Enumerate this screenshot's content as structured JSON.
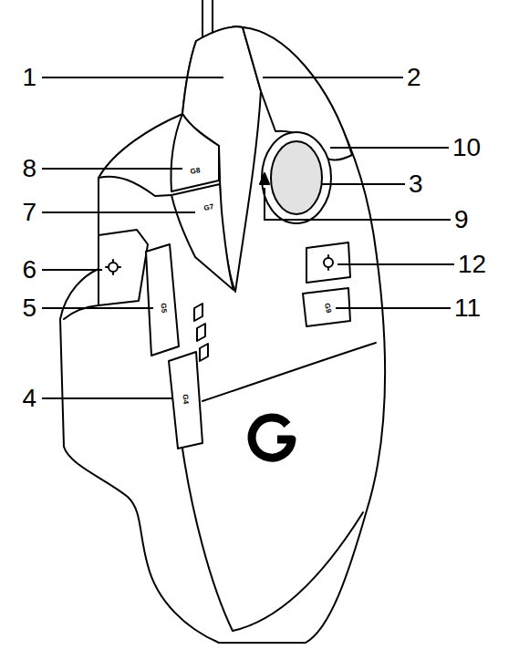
{
  "diagram": {
    "labels": [
      "1",
      "2",
      "10",
      "8",
      "3",
      "7",
      "9",
      "6",
      "12",
      "5",
      "11",
      "4",
      "G8",
      "G7",
      "G5",
      "G9",
      "G4"
    ]
  }
}
